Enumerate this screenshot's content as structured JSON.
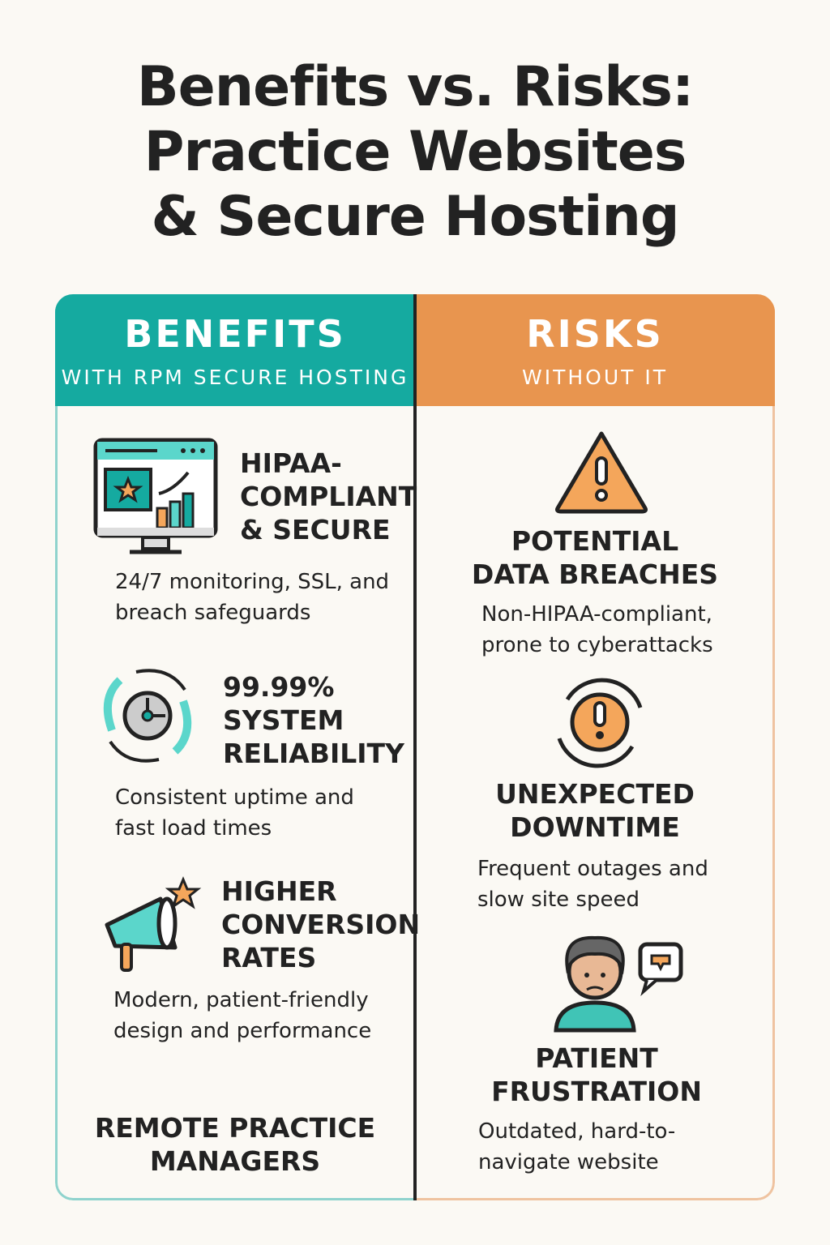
{
  "title": [
    "Benefits vs. Risks:",
    "Practice Websites",
    "& Secure Hosting"
  ],
  "benefits": {
    "heading": "BENEFITS",
    "subheading": "WITH RPM SECURE HOSTING",
    "items": [
      {
        "title": [
          "HIPAA-",
          "COMPLIANT",
          "& SECURE"
        ],
        "desc": [
          "24/7 monitoring, SSL, and",
          "breach safeguards"
        ]
      },
      {
        "title": [
          "99.99%",
          "SYSTEM",
          "RELIABILITY"
        ],
        "desc": [
          "Consistent uptime and",
          "fast load times"
        ]
      },
      {
        "title": [
          "HIGHER",
          "CONVERSION",
          "RATES"
        ],
        "desc": [
          "Modern, patient-friendly",
          "design and performance"
        ]
      }
    ],
    "brand": [
      "REMOTE PRACTICE",
      "MANAGERS"
    ]
  },
  "risks": {
    "heading": "RISKS",
    "subheading": "WITHOUT IT",
    "items": [
      {
        "title": [
          "POTENTIAL",
          "DATA BREACHES"
        ],
        "desc": [
          "Non-HIPAA-compliant,",
          "prone to cyberattacks"
        ]
      },
      {
        "title": [
          "UNEXPECTED",
          "DOWNTIME"
        ],
        "desc": [
          "Frequent outages and",
          "slow site speed"
        ]
      },
      {
        "title": [
          "PATIENT",
          "FRUSTRATION"
        ],
        "desc": [
          "Outdated, hard-to-",
          "navigate website"
        ]
      }
    ]
  },
  "colors": {
    "teal": "#15aaa0",
    "orange": "#e8954f",
    "background": "#fbf9f4"
  }
}
